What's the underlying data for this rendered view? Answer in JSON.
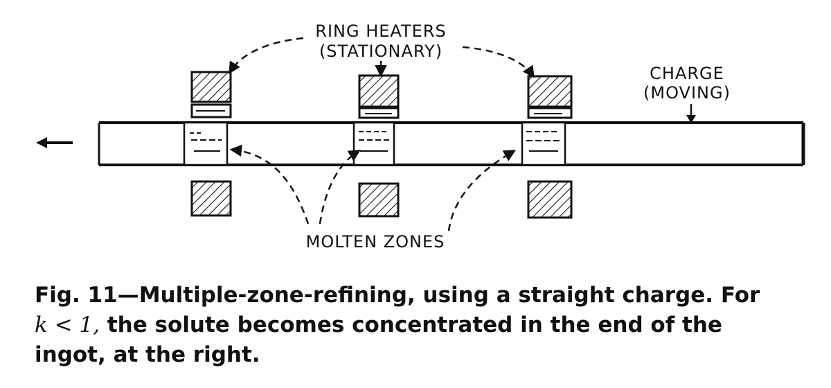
{
  "diagram": {
    "labels": {
      "ring_heaters_line1": "RING HEATERS",
      "ring_heaters_line2": "(STATIONARY)",
      "charge_line1": "CHARGE",
      "charge_line2": "(MOVING)",
      "molten_zones": "MOLTEN ZONES"
    },
    "icons": {
      "direction_arrow": "left-arrow-icon"
    },
    "colors": {
      "ink": "#111111",
      "paper": "#ffffff"
    }
  },
  "caption": {
    "line1": "Fig. 11—Multiple-zone-refining, using a straight charge.  For",
    "line2_math": "k < 1,",
    "line2_rest": " the solute becomes concentrated in the end of the",
    "line3": "ingot, at the right."
  }
}
